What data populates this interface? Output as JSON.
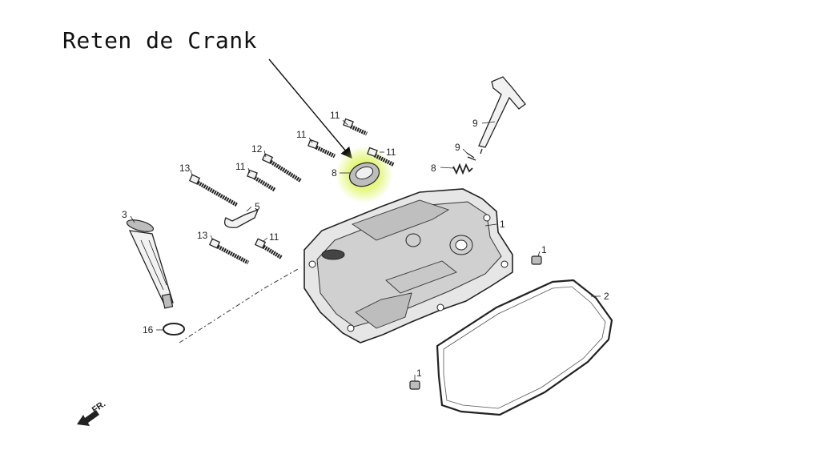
{
  "title": "Reten de Crank",
  "direction_label": "FR.",
  "highlight_color": "#d7f23c",
  "labels": {
    "p1a": "1",
    "p1b": "1",
    "p1c": "1",
    "p2": "2",
    "p3": "3",
    "p5": "5",
    "p8a": "8",
    "p8b": "8",
    "p9a": "9",
    "p9b": "9",
    "p11a": "11",
    "p11b": "11",
    "p11c": "11",
    "p11d": "11",
    "p11e": "11",
    "p12": "12",
    "p13a": "13",
    "p13b": "13",
    "p16": "16"
  }
}
